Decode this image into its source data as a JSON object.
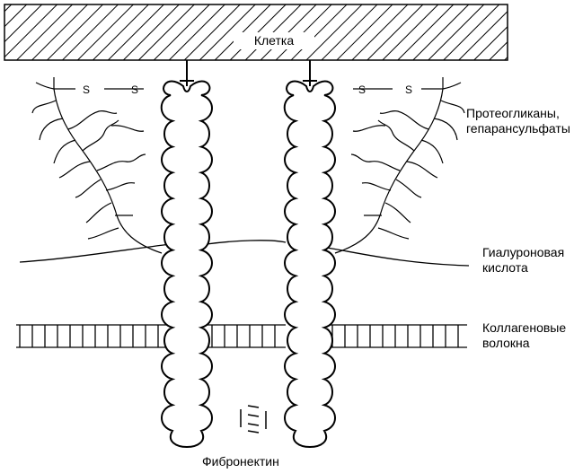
{
  "labels": {
    "cell": "Клетка",
    "proteoglycans": [
      "Протеогликаны,",
      "гепарансульфаты"
    ],
    "hyaluronic": [
      "Гиалуроновая",
      "кислота"
    ],
    "collagen": [
      "Коллагеновые",
      "волокна"
    ],
    "fibronectin": "Фибронектин",
    "disulfide": "S"
  },
  "colors": {
    "line": "#000000",
    "background": "#ffffff"
  }
}
